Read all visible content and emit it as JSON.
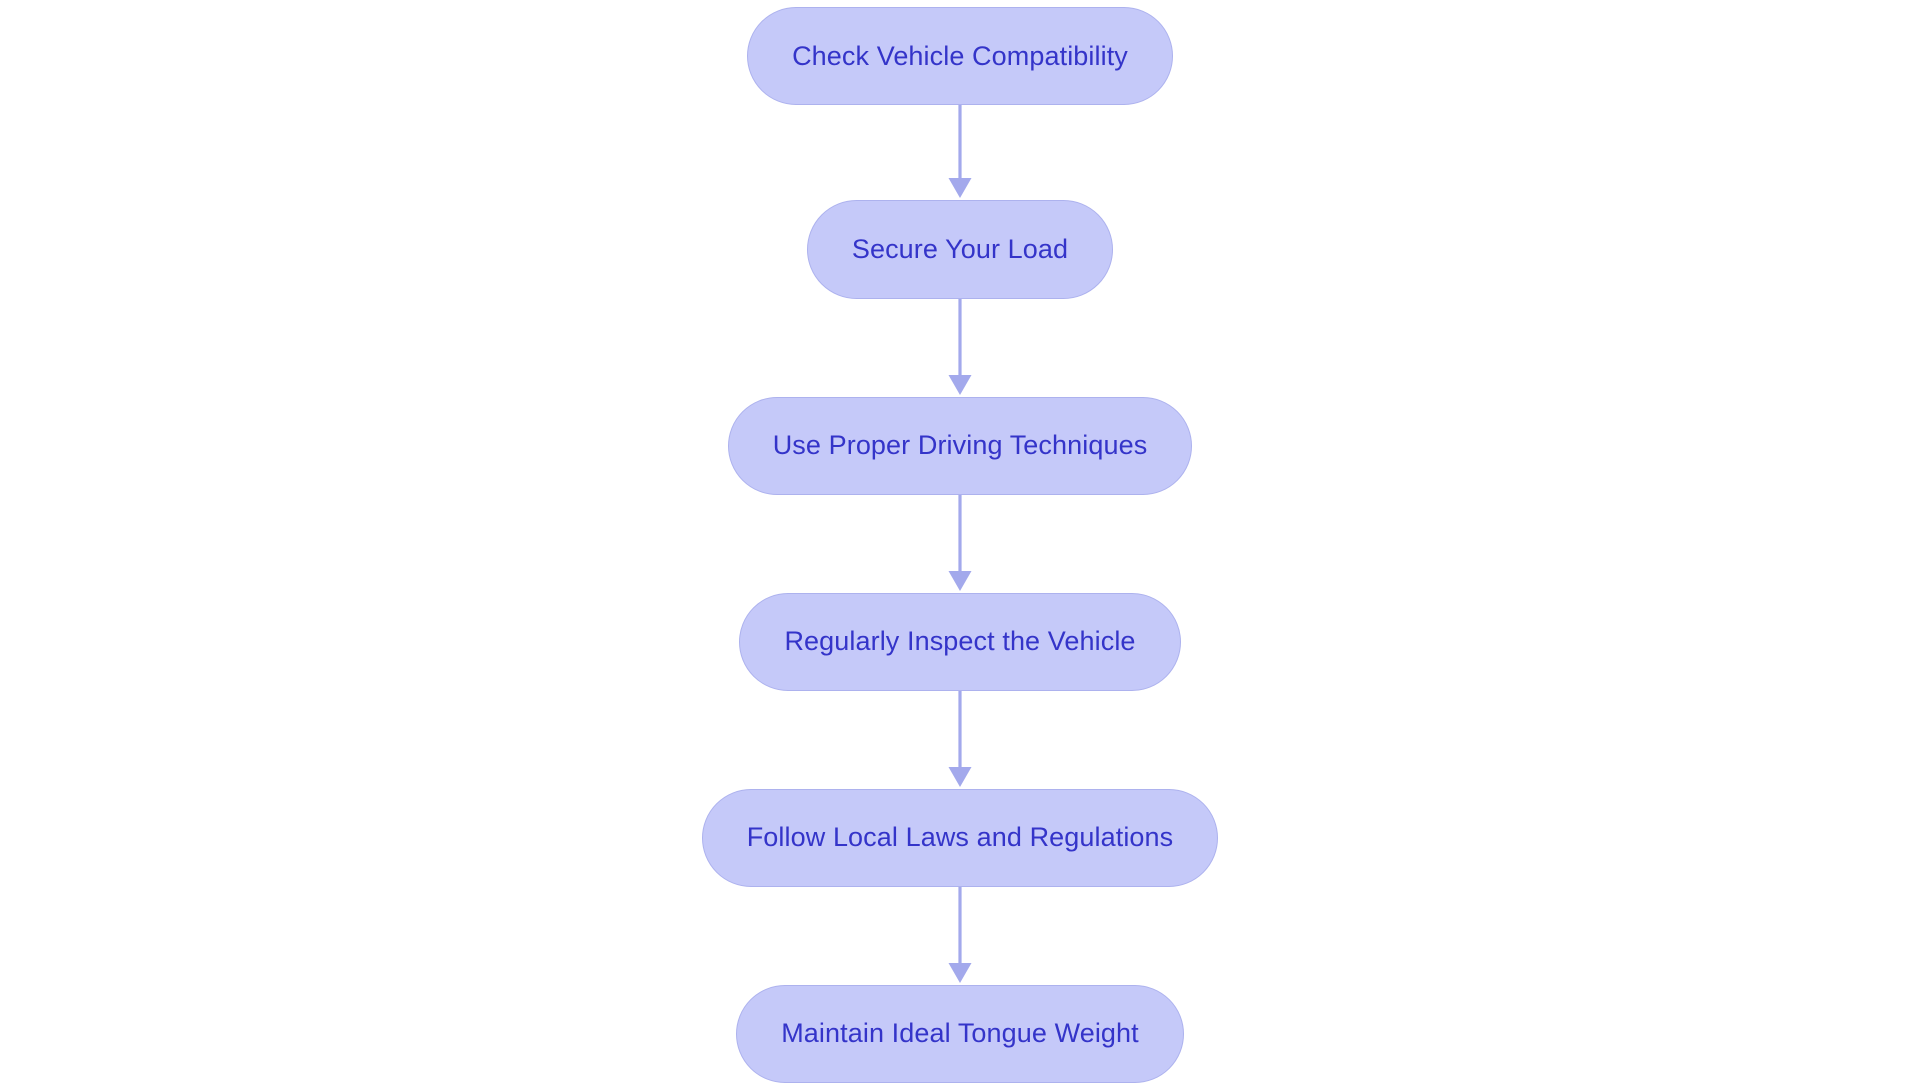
{
  "diagram": {
    "type": "flowchart",
    "orientation": "vertical",
    "background_color": "#ffffff",
    "node_fill_color": "#c5c9f9",
    "node_border_color": "#adb2ee",
    "node_text_color": "#3434c9",
    "connector_color": "#a3a9ec",
    "nodes": [
      {
        "id": "node-1",
        "label": "Check Vehicle Compatibility"
      },
      {
        "id": "node-2",
        "label": "Secure Your Load"
      },
      {
        "id": "node-3",
        "label": "Use Proper Driving Techniques"
      },
      {
        "id": "node-4",
        "label": "Regularly Inspect the Vehicle"
      },
      {
        "id": "node-5",
        "label": "Follow Local Laws and Regulations"
      },
      {
        "id": "node-6",
        "label": "Maintain Ideal Tongue Weight"
      }
    ],
    "connectors": [
      {
        "id": "connector-1",
        "from": "node-1",
        "to": "node-2",
        "arrow": "down-arrow",
        "height": 95
      },
      {
        "id": "connector-2",
        "from": "node-2",
        "to": "node-3",
        "arrow": "down-arrow",
        "height": 98
      },
      {
        "id": "connector-3",
        "from": "node-3",
        "to": "node-4",
        "arrow": "down-arrow",
        "height": 98
      },
      {
        "id": "connector-4",
        "from": "node-4",
        "to": "node-5",
        "arrow": "down-arrow",
        "height": 98
      },
      {
        "id": "connector-5",
        "from": "node-5",
        "to": "node-6",
        "arrow": "down-arrow",
        "height": 98
      }
    ]
  }
}
